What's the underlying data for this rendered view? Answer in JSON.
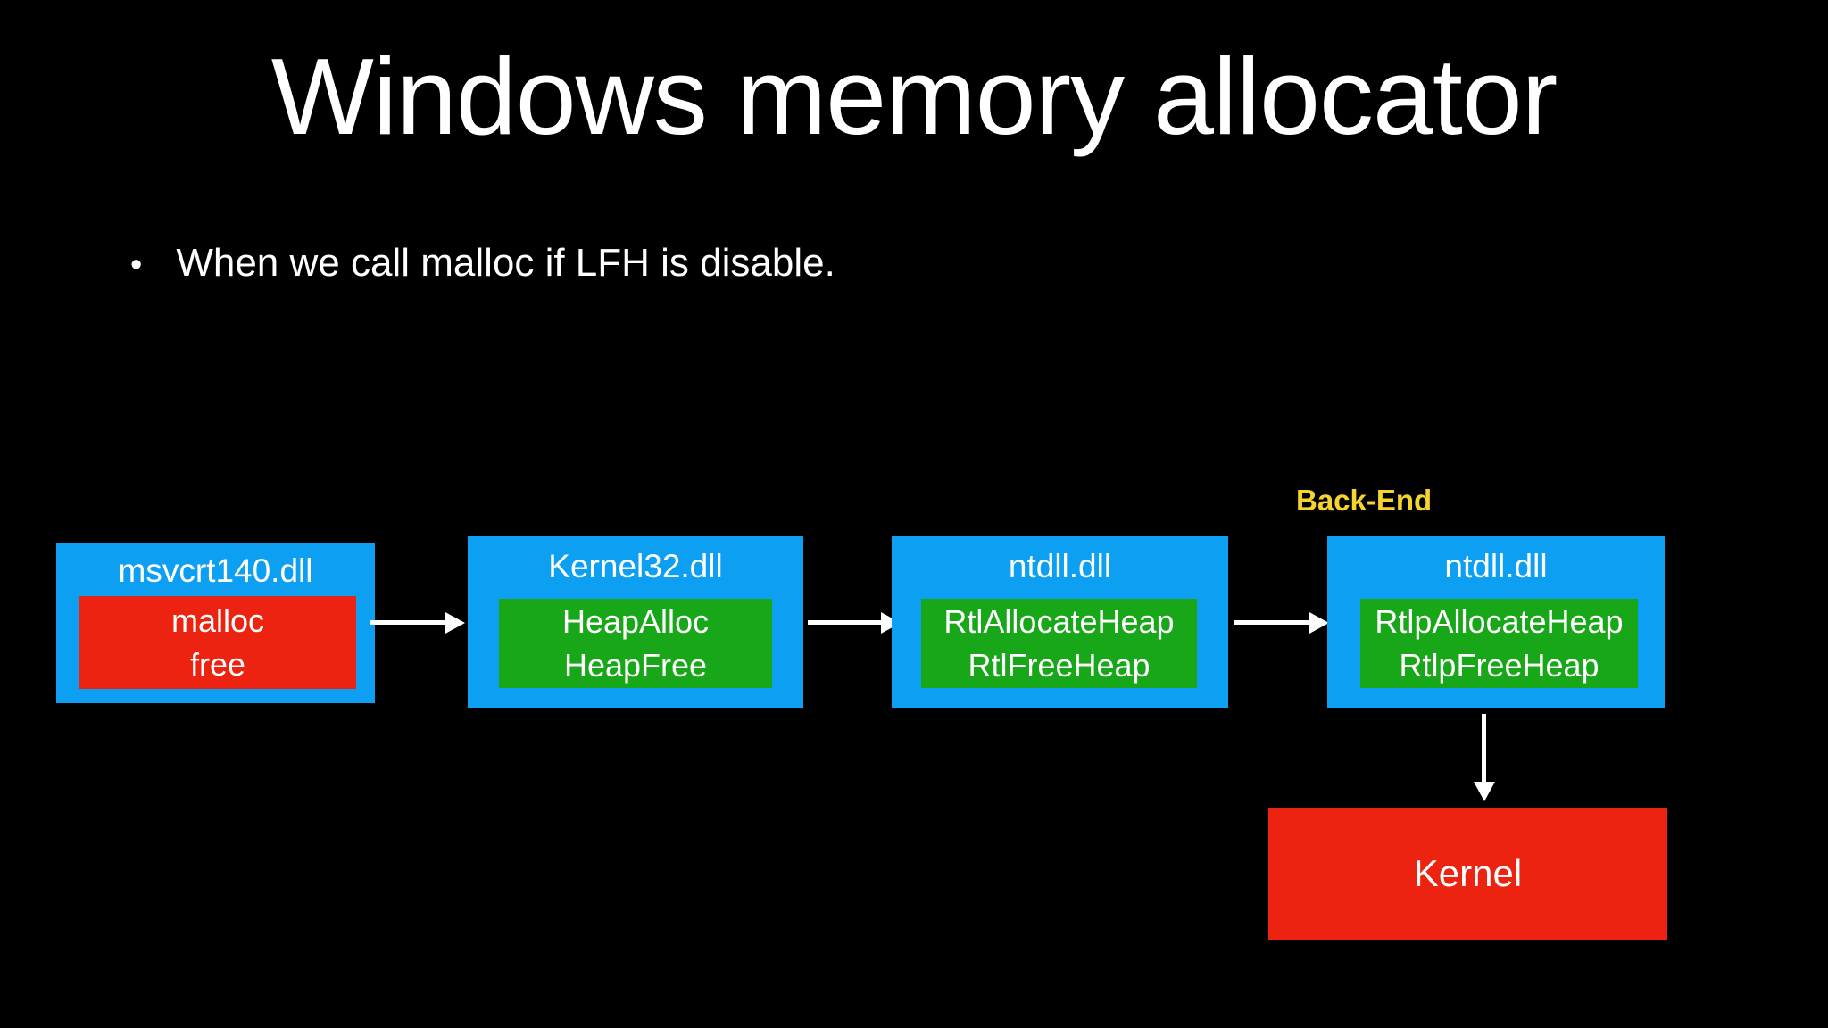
{
  "slide": {
    "title": "Windows memory allocator",
    "bullet_glyph": "•",
    "bullet_text": "When we call malloc if LFH is disable."
  },
  "diagram": {
    "back_end_label": "Back-End",
    "modules": [
      {
        "title": "msvcrt140.dll",
        "functions": [
          "malloc",
          "free"
        ],
        "inner_color": "#ec2310"
      },
      {
        "title": "Kernel32.dll",
        "functions": [
          "HeapAlloc",
          "HeapFree"
        ],
        "inner_color": "#18a718"
      },
      {
        "title": "ntdll.dll",
        "functions": [
          "RtlAllocateHeap",
          "RtlFreeHeap"
        ],
        "inner_color": "#18a718"
      },
      {
        "title": "ntdll.dll",
        "functions": [
          "RtlpAllocateHeap",
          "RtlpFreeHeap"
        ],
        "inner_color": "#18a718"
      }
    ],
    "kernel_label": "Kernel",
    "colors": {
      "background": "#000000",
      "module_blue": "#0c9ff2",
      "api_red": "#ec2310",
      "api_green": "#18a718",
      "kernel_red": "#ec2310",
      "back_end_yellow": "#f6d42f",
      "arrow_white": "#ffffff",
      "text_white": "#ffffff"
    }
  }
}
